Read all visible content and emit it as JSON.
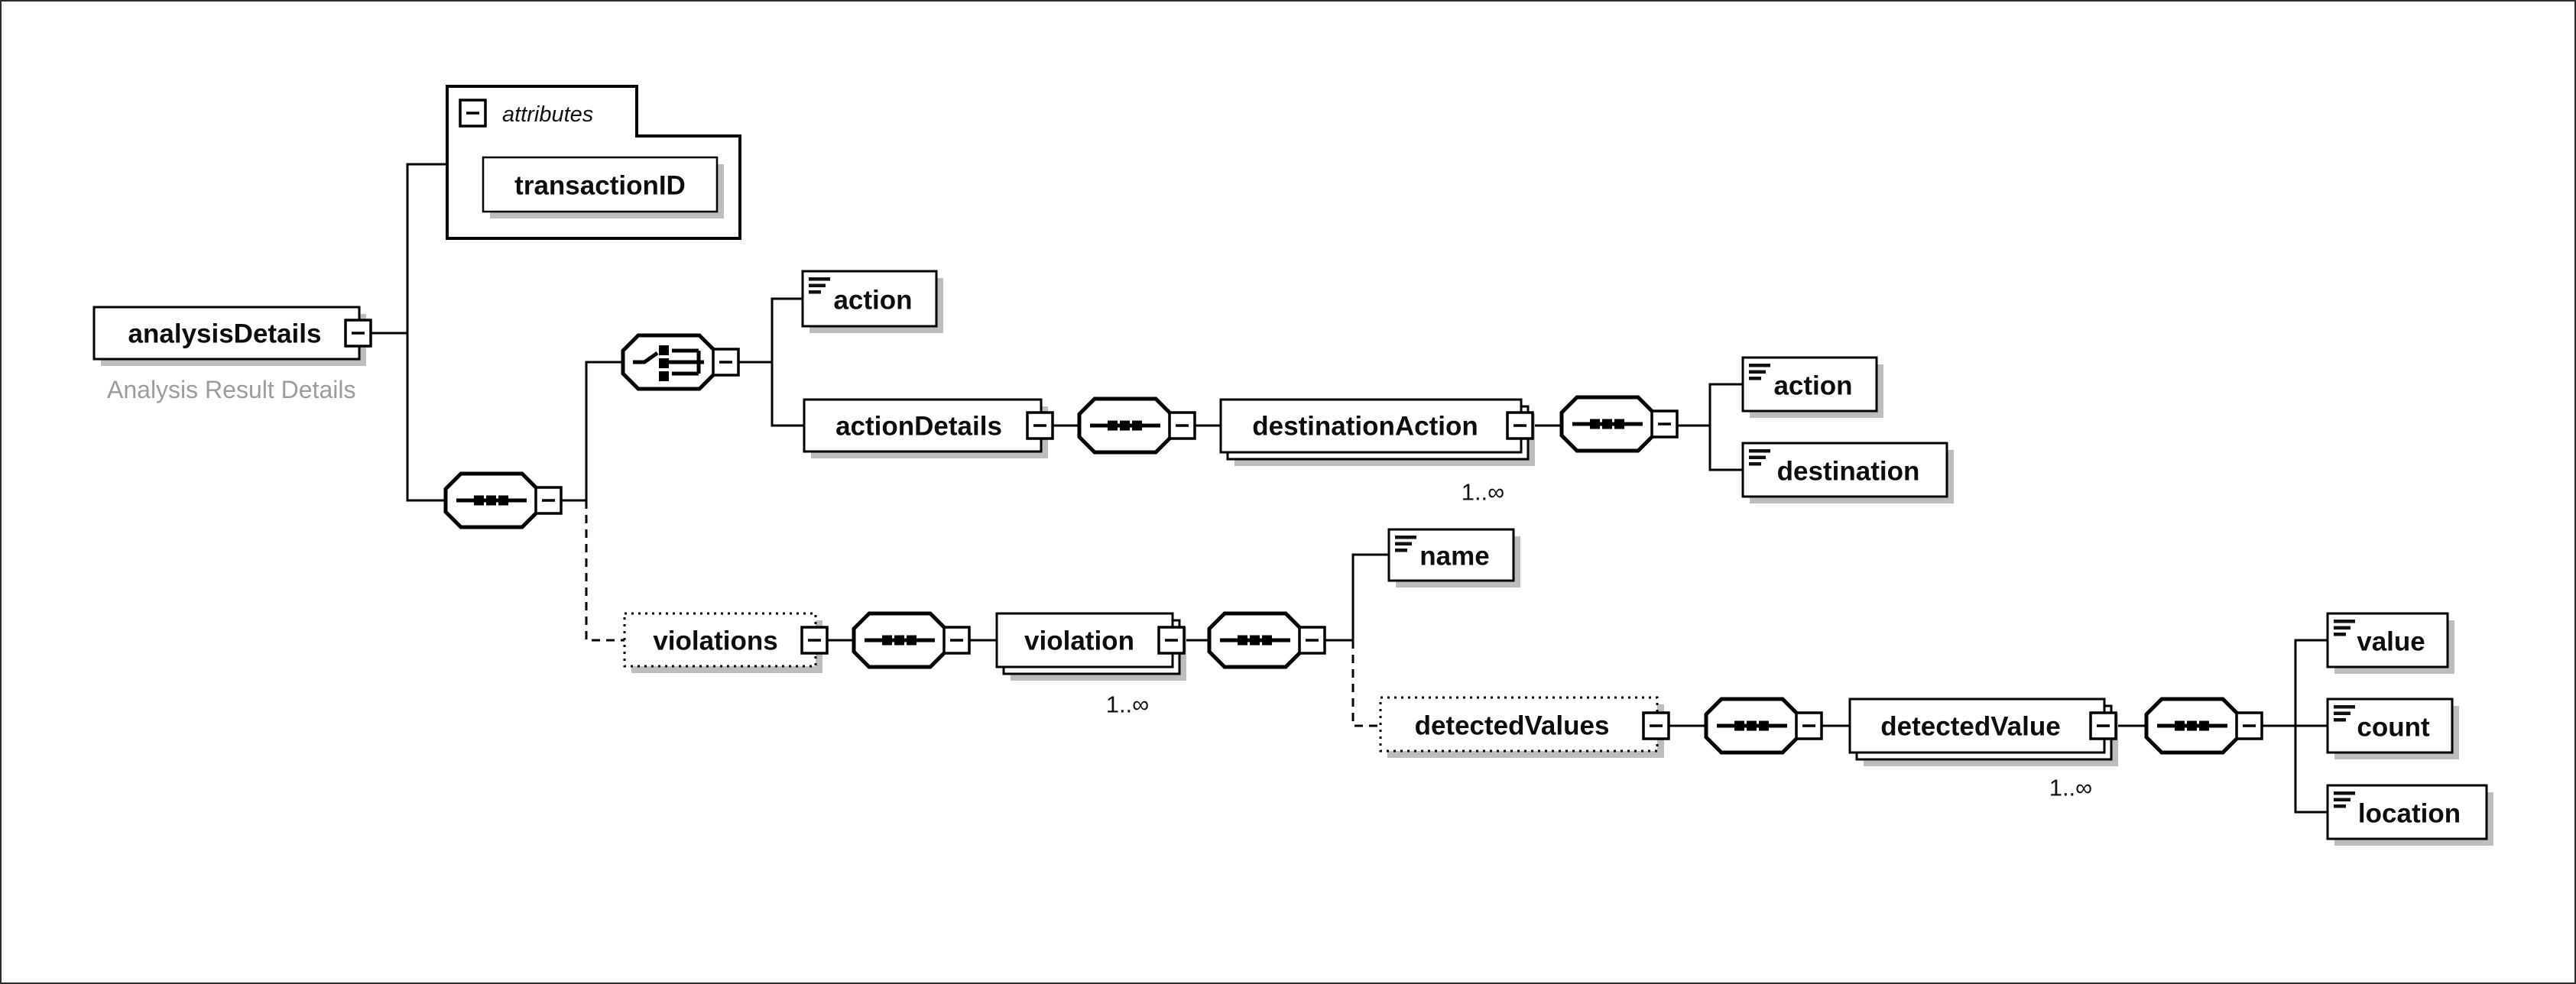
{
  "diagram": {
    "kind": "xml-schema-element-diagram",
    "nodes": {
      "analysis_details": {
        "label": "analysisDetails",
        "annotation": "Analysis Result Details"
      },
      "attributes_group": {
        "label": "attributes"
      },
      "transaction_id": {
        "label": "transactionID"
      },
      "action_choice": {
        "label": "action"
      },
      "action_details": {
        "label": "actionDetails"
      },
      "destination_action": {
        "label": "destinationAction",
        "occurs": "1..∞"
      },
      "dest_action": {
        "label": "action"
      },
      "dest_destination": {
        "label": "destination"
      },
      "violations": {
        "label": "violations"
      },
      "violation": {
        "label": "violation",
        "occurs": "1..∞"
      },
      "violation_name": {
        "label": "name"
      },
      "detected_values": {
        "label": "detectedValues"
      },
      "detected_value": {
        "label": "detectedValue",
        "occurs": "1..∞"
      },
      "dv_value": {
        "label": "value"
      },
      "dv_count": {
        "label": "count"
      },
      "dv_location": {
        "label": "location",
        "selected": true
      }
    },
    "icons": {
      "sequence": "sequence-icon",
      "choice": "choice-icon",
      "text_content": "text-content-icon",
      "collapse": "minus-icon"
    },
    "colors": {
      "selected_fill": "#969696",
      "shadow": "#bdbdbd",
      "line": "#000000",
      "annotation_text": "#9b9b9b"
    }
  }
}
